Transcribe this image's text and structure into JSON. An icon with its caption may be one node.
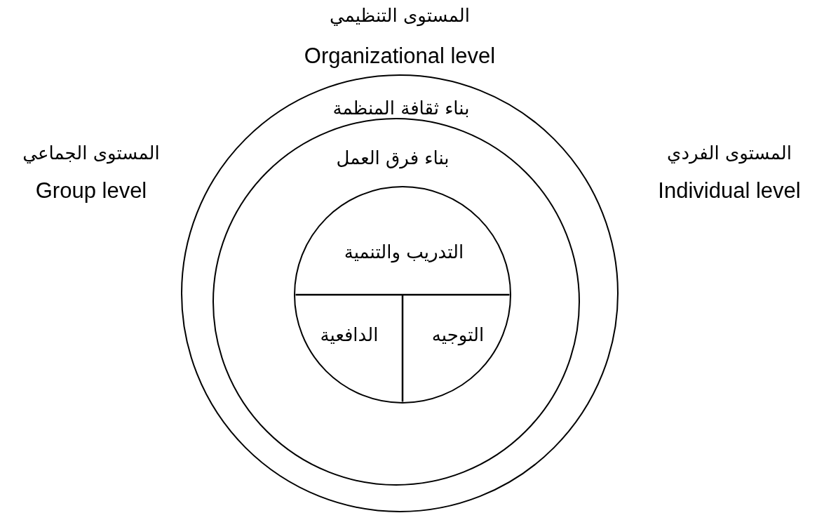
{
  "diagram": {
    "nodes": [
      {
        "text": [
          "بناء ثقافة المنظمة"
        ]
      },
      {
        "text": [
          "بناء فرق العمل"
        ],
        "in": 0
      },
      {
        "text": [
          "التدريب والتنمية",
          "التوجيه",
          "الدافعية"
        ],
        "in": 1
      }
    ],
    "labels": [
      "المستوى التنظيمي",
      "Organizational level",
      "المستوى الجماعي",
      "Group level",
      "المستوى الفردي",
      "Individual level"
    ]
  }
}
